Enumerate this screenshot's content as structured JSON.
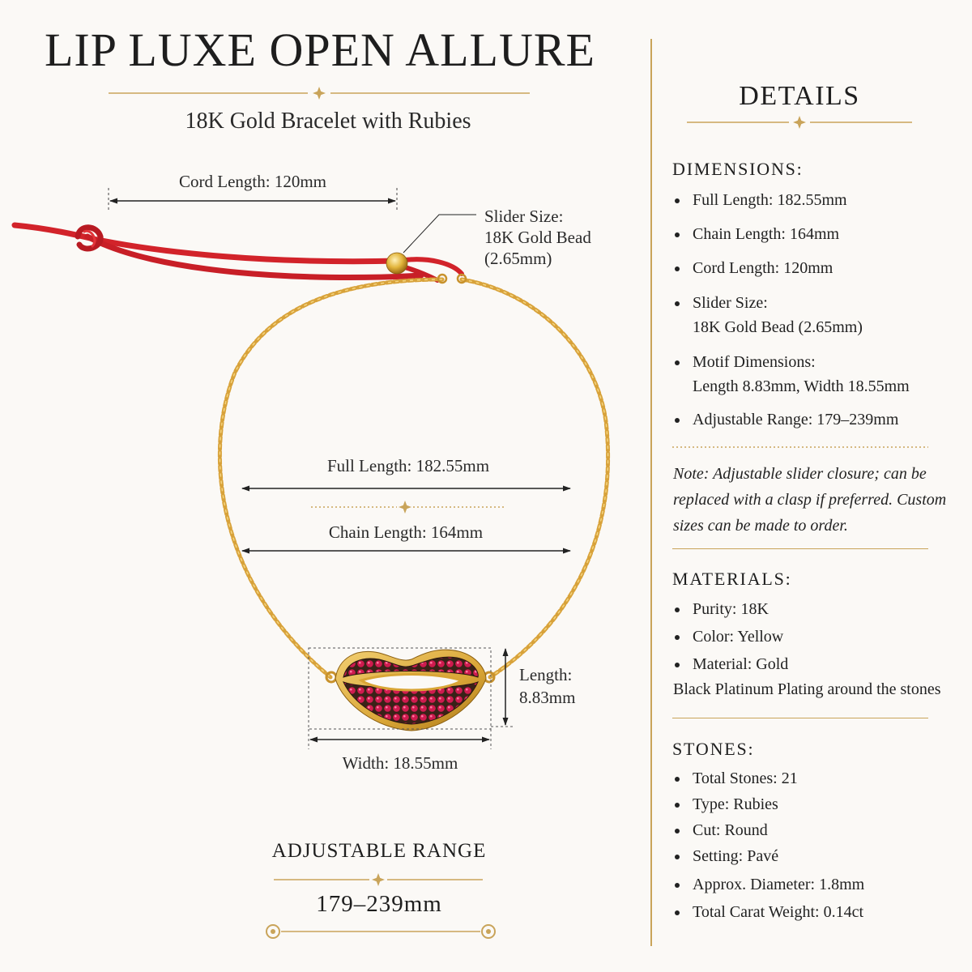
{
  "header": {
    "title": "LIP LUXE OPEN ALLURE",
    "subtitle": "18K Gold Bracelet with Rubies"
  },
  "diagram": {
    "cord_length_label": "Cord Length: 120mm",
    "slider_label_1": "Slider Size:",
    "slider_label_2": "18K Gold Bead",
    "slider_label_3": "(2.65mm)",
    "full_length_label": "Full Length: 182.55mm",
    "chain_length_label": "Chain Length: 164mm",
    "length_label_1": "Length:",
    "length_label_2": "8.83mm",
    "width_label": "Width: 18.55mm"
  },
  "range": {
    "title": "ADJUSTABLE RANGE",
    "value": "179–239mm"
  },
  "details": {
    "title": "DETAILS",
    "dimensions": {
      "heading": "DIMENSIONS:",
      "items": [
        "Full Length:  182.55mm",
        "Chain Length:  164mm",
        "Cord Length:  120mm",
        "Slider Size:",
        "Motif Dimensions:",
        "Adjustable Range:  179–239mm"
      ],
      "slider_detail": "18K Gold Bead (2.65mm)",
      "motif_detail": "Length 8.83mm, Width 18.55mm"
    },
    "note": "Note: Adjustable slider closure; can be replaced with a clasp if preferred. Custom sizes can be made to order.",
    "materials": {
      "heading": "MATERIALS:",
      "items": [
        "Purity:  18K",
        "Color:  Yellow",
        "Material:  Gold"
      ],
      "extra": "Black Platinum Plating around the stones"
    },
    "stones": {
      "heading": "STONES:",
      "items": [
        "Total Stones:  21",
        "Type:  Rubies",
        "Cut:  Round",
        "Setting:  Pavé",
        "Approx. Diameter: 1.8mm",
        "Total Carat Weight: 0.14ct"
      ]
    }
  },
  "colors": {
    "gold": "#c9a45a",
    "cord_red": "#d2232a",
    "ruby": "#c2184a",
    "background": "#fbf9f6"
  }
}
